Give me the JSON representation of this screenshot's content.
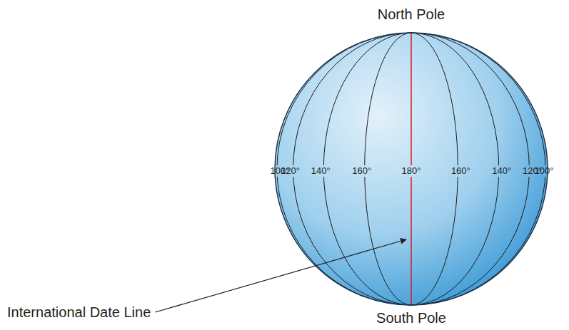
{
  "diagram": {
    "labels": [
      "North Pole",
      "South Pole",
      "100°",
      "120°",
      "140°",
      "160°",
      "180°",
      "160°",
      "140°",
      "120°",
      "100°",
      "International Date Line"
    ]
  }
}
